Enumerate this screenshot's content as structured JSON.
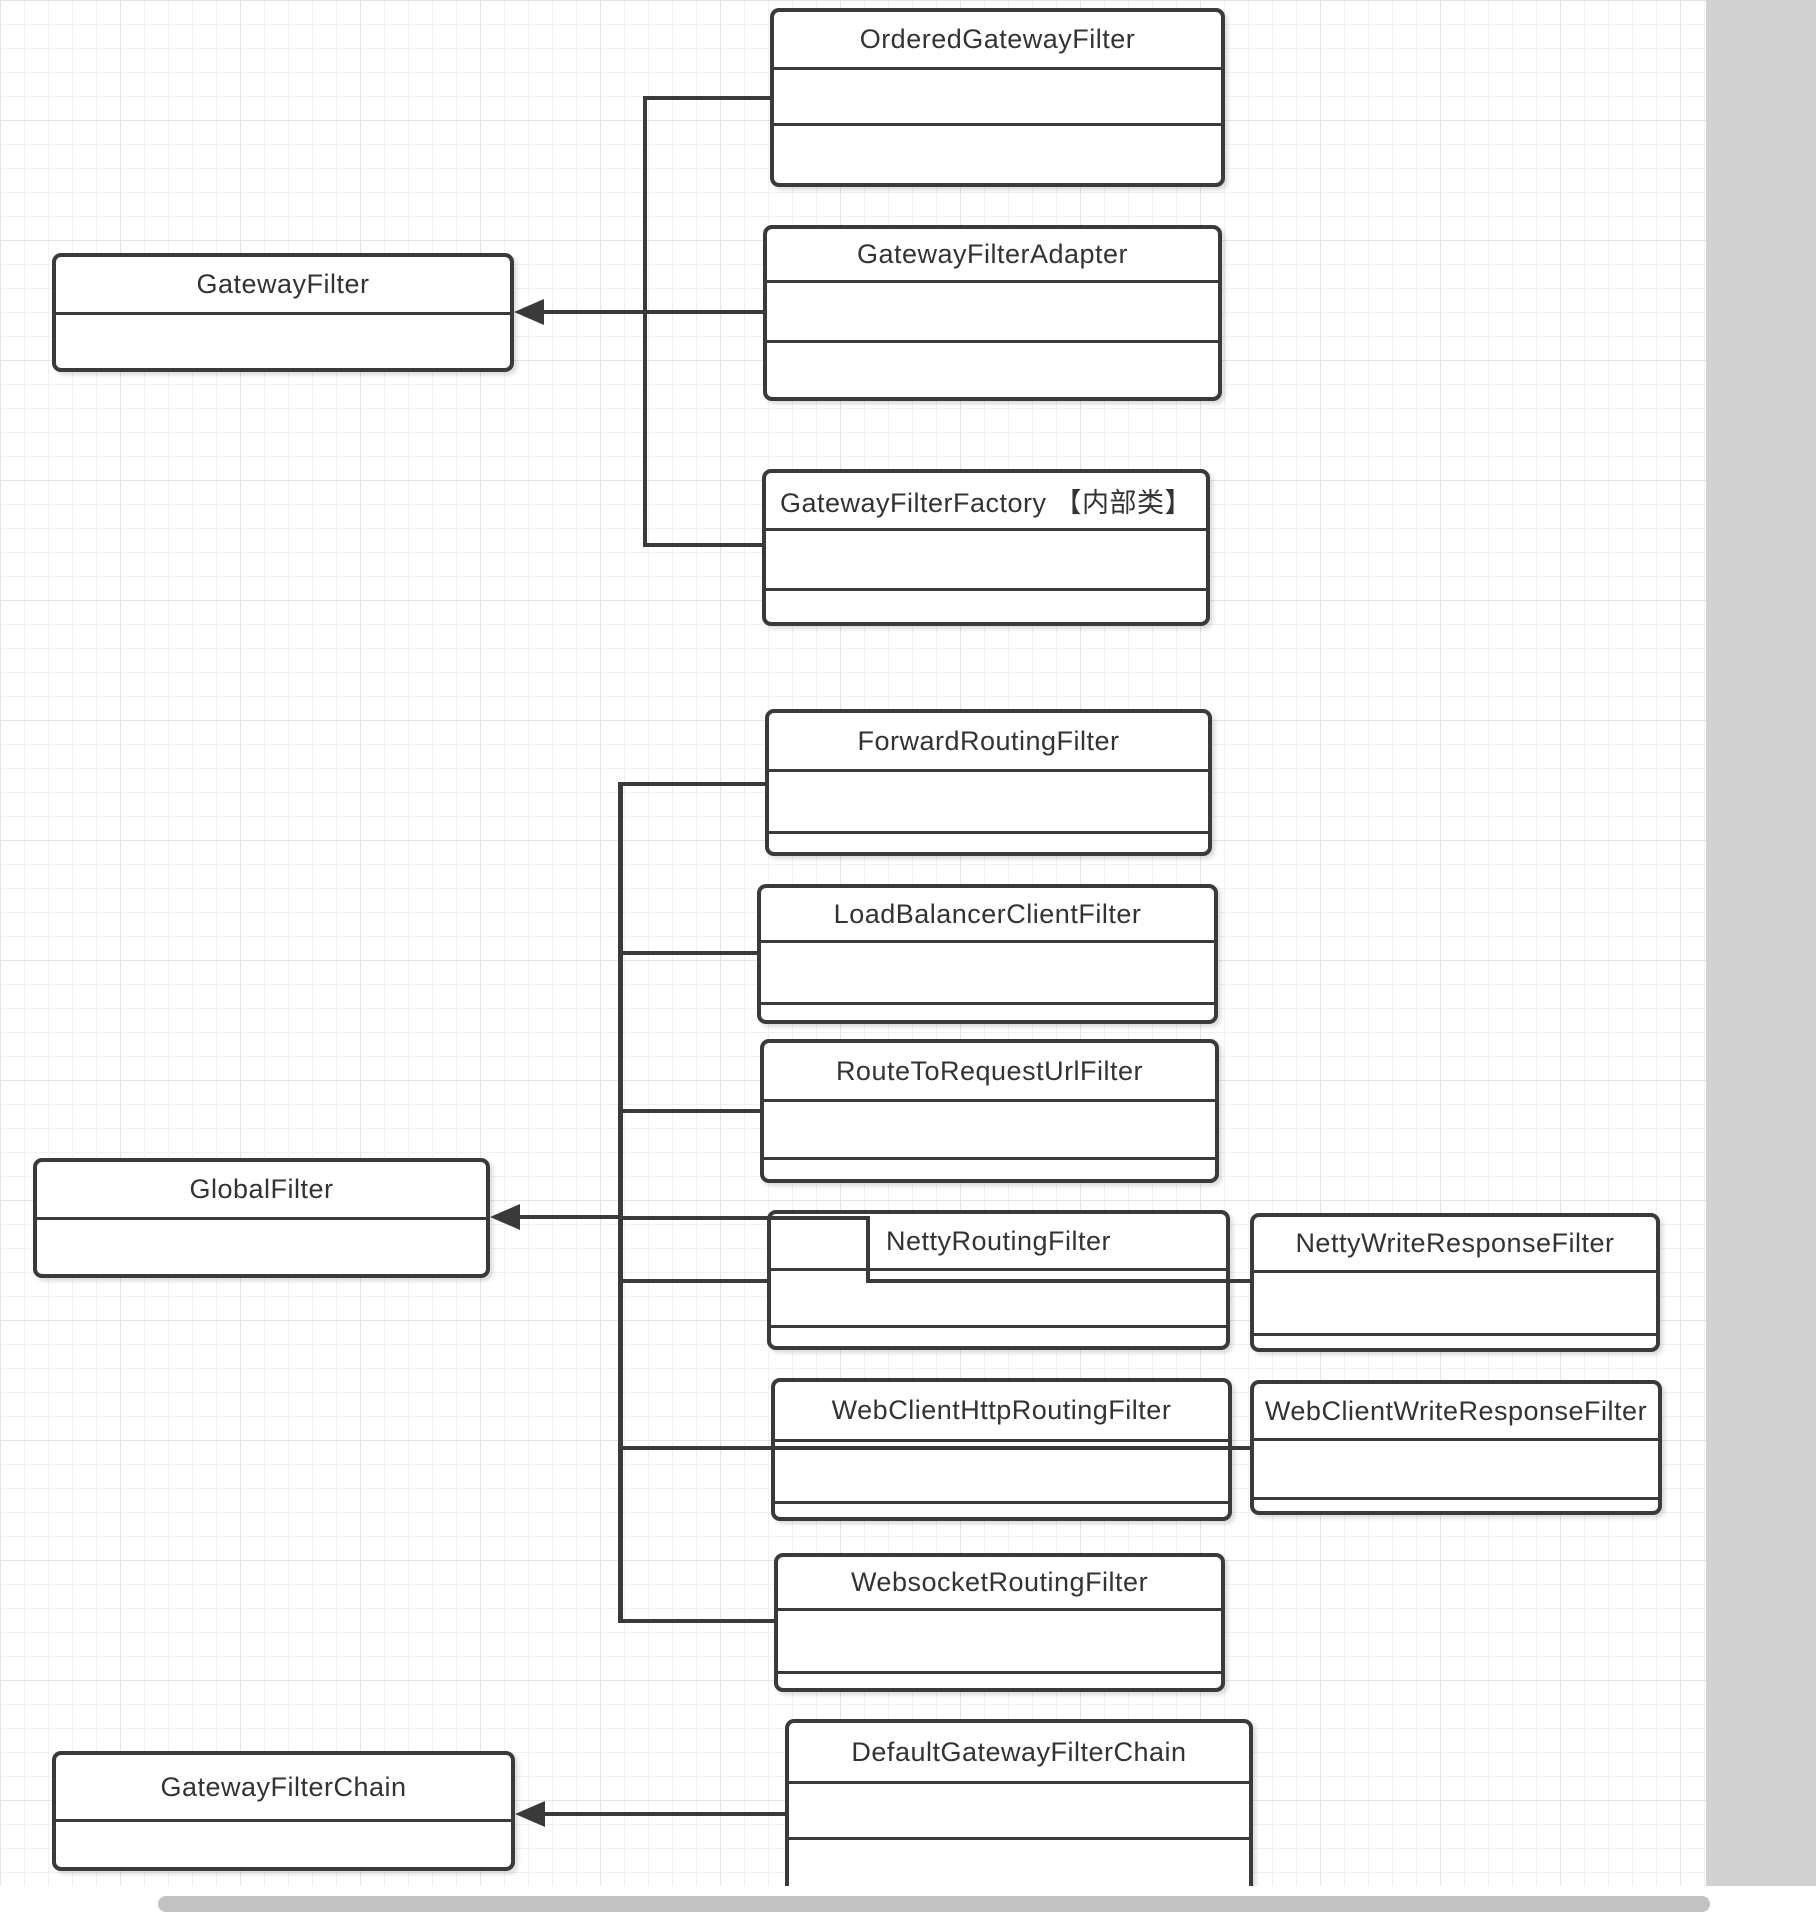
{
  "classes": [
    {
      "id": "GatewayFilter",
      "title": "GatewayFilter",
      "rows": 2
    },
    {
      "id": "OrderedGatewayFilter",
      "title": "OrderedGatewayFilter",
      "rows": 3
    },
    {
      "id": "GatewayFilterAdapter",
      "title": "GatewayFilterAdapter",
      "rows": 3
    },
    {
      "id": "GatewayFilterFactory",
      "title": "GatewayFilterFactory 【内部类】",
      "rows": 3
    },
    {
      "id": "GlobalFilter",
      "title": "GlobalFilter",
      "rows": 2
    },
    {
      "id": "ForwardRoutingFilter",
      "title": "ForwardRoutingFilter",
      "rows": 3
    },
    {
      "id": "LoadBalancerClientFilter",
      "title": "LoadBalancerClientFilter",
      "rows": 3
    },
    {
      "id": "RouteToRequestUrlFilter",
      "title": "RouteToRequestUrlFilter",
      "rows": 3
    },
    {
      "id": "NettyRoutingFilter",
      "title": "NettyRoutingFilter",
      "rows": 3
    },
    {
      "id": "NettyWriteResponseFilter",
      "title": "NettyWriteResponseFilter",
      "rows": 3
    },
    {
      "id": "WebClientHttpRoutingFilter",
      "title": "WebClientHttpRoutingFilter",
      "rows": 3
    },
    {
      "id": "WebClientWriteResponseFilter",
      "title": "WebClientWriteResponseFilter",
      "rows": 3
    },
    {
      "id": "WebsocketRoutingFilter",
      "title": "WebsocketRoutingFilter",
      "rows": 3
    },
    {
      "id": "GatewayFilterChain",
      "title": "GatewayFilterChain",
      "rows": 2
    },
    {
      "id": "DefaultGatewayFilterChain",
      "title": "DefaultGatewayFilterChain",
      "rows": 3
    }
  ],
  "edges": [
    {
      "from": "OrderedGatewayFilter",
      "to": "GatewayFilter",
      "type": "arrow"
    },
    {
      "from": "GatewayFilterAdapter",
      "to": "GatewayFilter",
      "type": "arrow"
    },
    {
      "from": "GatewayFilterFactory",
      "to": "GatewayFilter",
      "type": "arrow"
    },
    {
      "from": "ForwardRoutingFilter",
      "to": "GlobalFilter",
      "type": "arrow"
    },
    {
      "from": "LoadBalancerClientFilter",
      "to": "GlobalFilter",
      "type": "arrow"
    },
    {
      "from": "RouteToRequestUrlFilter",
      "to": "GlobalFilter",
      "type": "arrow"
    },
    {
      "from": "NettyRoutingFilter",
      "to": "GlobalFilter",
      "type": "arrow"
    },
    {
      "from": "NettyWriteResponseFilter",
      "to": "GlobalFilter",
      "type": "arrow"
    },
    {
      "from": "WebClientHttpRoutingFilter",
      "to": "GlobalFilter",
      "type": "arrow"
    },
    {
      "from": "WebClientWriteResponseFilter",
      "to": "GlobalFilter",
      "type": "arrow"
    },
    {
      "from": "WebsocketRoutingFilter",
      "to": "GlobalFilter",
      "type": "arrow"
    },
    {
      "from": "DefaultGatewayFilterChain",
      "to": "GatewayFilterChain",
      "type": "arrow"
    }
  ],
  "colors": {
    "box_border": "#3a3a3a",
    "box_fill": "#ffffff",
    "text": "#333333",
    "connector": "#3a3a3a",
    "canvas_bg": "#ffffff",
    "grid_minor": "#f1f1f1",
    "grid_major": "#e4e4e4",
    "right_gutter": "#d2d2d2",
    "scrollbar_thumb": "#c2c2c2"
  }
}
